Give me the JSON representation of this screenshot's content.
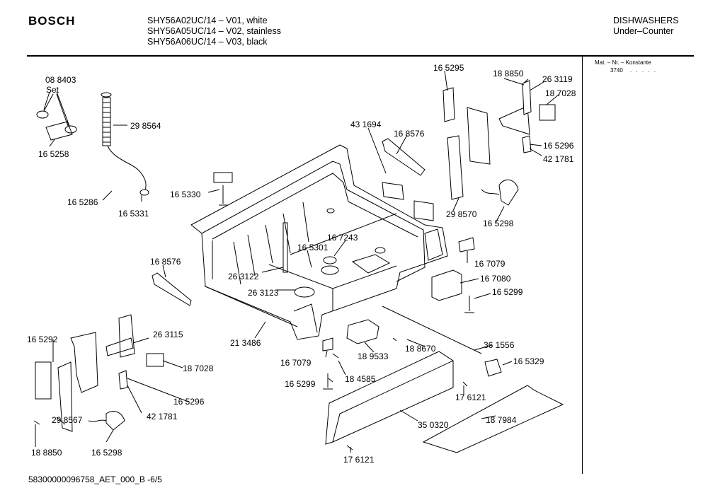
{
  "header": {
    "brand": "BOSCH",
    "models": [
      "SHY56A02UC/14 – V01, white",
      "SHY56A05UC/14 – V02, stainless",
      "SHY56A06UC/14 – V03, black"
    ],
    "category": "DISHWASHERS",
    "subcategory": "Under–Counter"
  },
  "side_panel": {
    "title": "Mat. – Nr. – Konstante",
    "value": "3740",
    "dots": ". . . . ."
  },
  "parts": [
    {
      "id": "08 8403"
    },
    {
      "id": "Set"
    },
    {
      "id": "29 8564"
    },
    {
      "id": "16 5258"
    },
    {
      "id": "16 5286"
    },
    {
      "id": "16 5331"
    },
    {
      "id": "16 5330"
    },
    {
      "id": "43 1694"
    },
    {
      "id": "16 8576"
    },
    {
      "id": "16 5295"
    },
    {
      "id": "18 8850"
    },
    {
      "id": "26 3119"
    },
    {
      "id": "18 7028"
    },
    {
      "id": "16 5296"
    },
    {
      "id": "42 1781"
    },
    {
      "id": "29 8570"
    },
    {
      "id": "16 5298"
    },
    {
      "id": "16 7243"
    },
    {
      "id": "16 5301"
    },
    {
      "id": "26 3122"
    },
    {
      "id": "26 3123"
    },
    {
      "id": "16 8576"
    },
    {
      "id": "16 7079"
    },
    {
      "id": "16 7080"
    },
    {
      "id": "16 5299"
    },
    {
      "id": "36 1556"
    },
    {
      "id": "16 5329"
    },
    {
      "id": "18 8670"
    },
    {
      "id": "18 9533"
    },
    {
      "id": "16 7079"
    },
    {
      "id": "18 4585"
    },
    {
      "id": "16 5299"
    },
    {
      "id": "21 3486"
    },
    {
      "id": "16 5292"
    },
    {
      "id": "26 3115"
    },
    {
      "id": "18 7028"
    },
    {
      "id": "16 5296"
    },
    {
      "id": "42 1781"
    },
    {
      "id": "29 8567"
    },
    {
      "id": "18 8850"
    },
    {
      "id": "16 5298"
    },
    {
      "id": "17 6121"
    },
    {
      "id": "18 7984"
    },
    {
      "id": "35 0320"
    },
    {
      "id": "17 6121"
    }
  ],
  "footer": "58300000096758_AET_000_B  -6/5"
}
